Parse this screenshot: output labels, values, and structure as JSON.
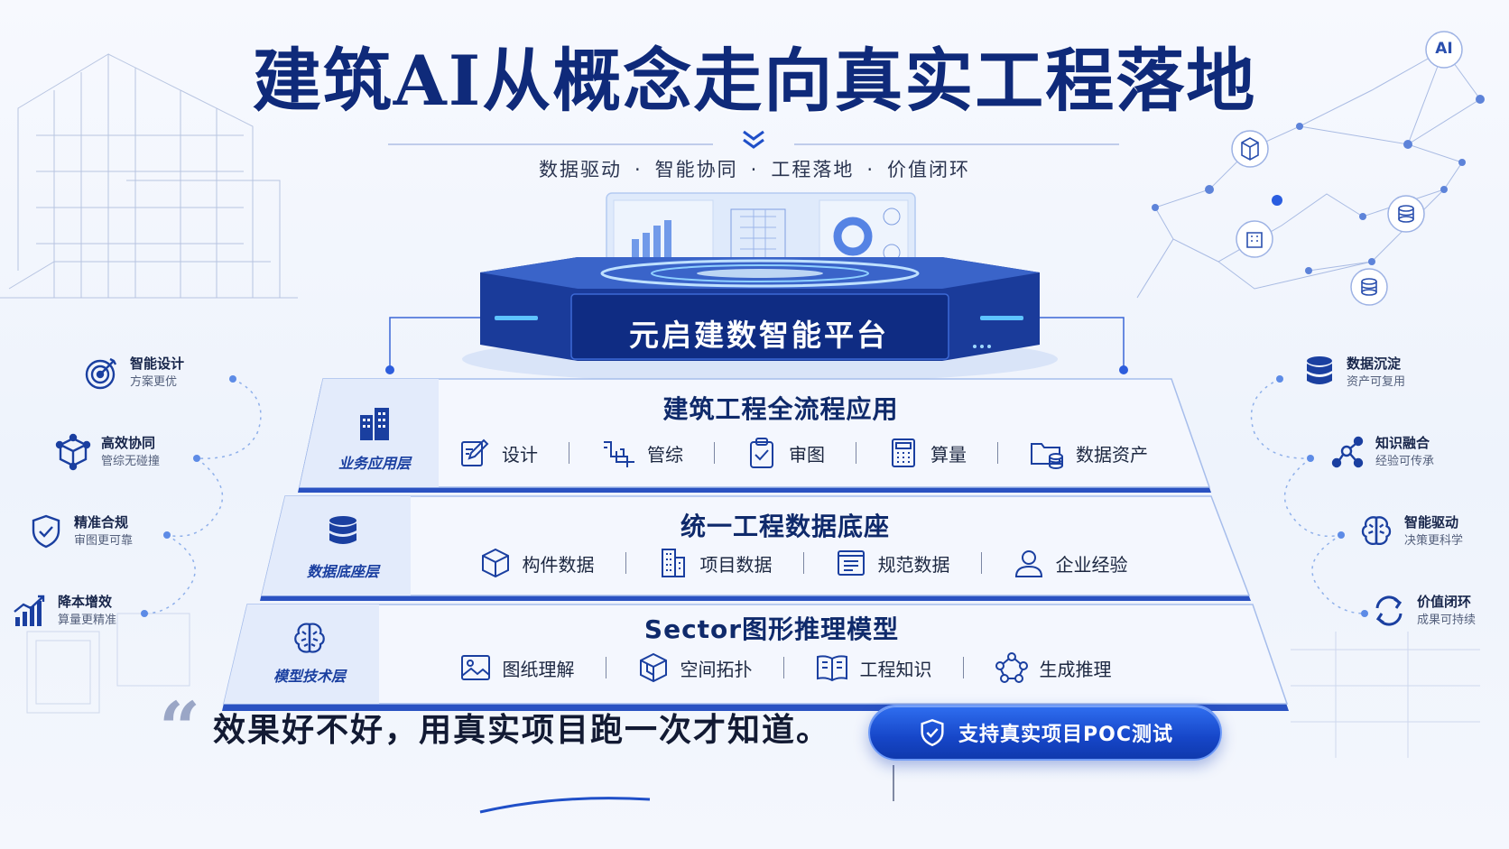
{
  "header": {
    "title": "建筑AI从概念走向真实工程落地",
    "tags": [
      "数据驱动",
      "智能协同",
      "工程落地",
      "价值闭环"
    ],
    "separator": "·"
  },
  "platform": {
    "label": "元启建数智能平台"
  },
  "layers": [
    {
      "tag": "业务应用层",
      "title": "建筑工程全流程应用",
      "icon": "building-icon",
      "items": [
        {
          "label": "设计",
          "icon": "edit-icon"
        },
        {
          "label": "管综",
          "icon": "pipe-icon"
        },
        {
          "label": "审图",
          "icon": "clipboard-check-icon"
        },
        {
          "label": "算量",
          "icon": "calculator-icon"
        },
        {
          "label": "数据资产",
          "icon": "folder-database-icon"
        }
      ]
    },
    {
      "tag": "数据底座层",
      "title": "统一工程数据底座",
      "icon": "database-icon",
      "items": [
        {
          "label": "构件数据",
          "icon": "cube-icon"
        },
        {
          "label": "项目数据",
          "icon": "building-icon"
        },
        {
          "label": "规范数据",
          "icon": "book-icon"
        },
        {
          "label": "企业经验",
          "icon": "user-icon"
        }
      ]
    },
    {
      "tag": "模型技术层",
      "title": "Sector图形推理模型",
      "icon": "brain-icon",
      "items": [
        {
          "label": "图纸理解",
          "icon": "image-icon"
        },
        {
          "label": "空间拓扑",
          "icon": "cube-icon"
        },
        {
          "label": "工程知识",
          "icon": "open-book-icon"
        },
        {
          "label": "生成推理",
          "icon": "network-icon"
        }
      ]
    }
  ],
  "left_features": [
    {
      "title": "智能设计",
      "sub": "方案更优",
      "icon": "target-icon"
    },
    {
      "title": "高效协同",
      "sub": "管综无碰撞",
      "icon": "cube-network-icon"
    },
    {
      "title": "精准合规",
      "sub": "审图更可靠",
      "icon": "shield-check-icon"
    },
    {
      "title": "降本增效",
      "sub": "算量更精准",
      "icon": "bar-chart-icon"
    }
  ],
  "right_features": [
    {
      "title": "数据沉淀",
      "sub": "资产可复用",
      "icon": "database-icon"
    },
    {
      "title": "知识融合",
      "sub": "经验可传承",
      "icon": "network-icon"
    },
    {
      "title": "智能驱动",
      "sub": "决策更科学",
      "icon": "brain-icon"
    },
    {
      "title": "价值闭环",
      "sub": "成果可持续",
      "icon": "cycle-icon"
    }
  ],
  "network_badge": "AI",
  "bottom": {
    "slogan": "效果好不好，用真实项目跑一次才知道。",
    "cta_label": "支持真实项目POC测试"
  },
  "colors": {
    "primary": "#0f2a7a",
    "accent": "#1f5ae0",
    "light": "#eef3fc"
  }
}
